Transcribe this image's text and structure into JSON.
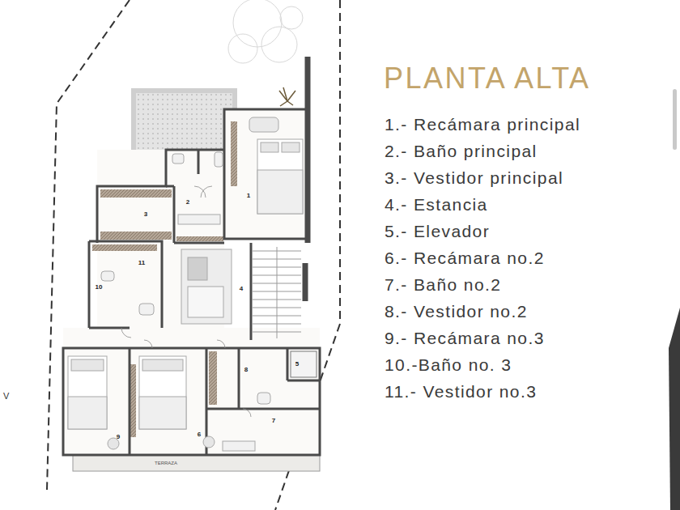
{
  "diagram": {
    "title": "PLANTA ALTA",
    "labels": [
      "1",
      "2",
      "3",
      "4",
      "5",
      "6",
      "7",
      "8",
      "9",
      "10",
      "11",
      "TERRAZA",
      "V",
      "1.- Recámara principal",
      "2.- Baño principal",
      "3.- Vestidor principal",
      "4.- Estancia",
      "5.- Elevador",
      "6.- Recámara no.2",
      "7.- Baño no.2",
      "8.- Vestidor no.2",
      "9.- Recámara no.3",
      "10.-Baño no. 3",
      "11.- Vestidor no.3"
    ]
  }
}
